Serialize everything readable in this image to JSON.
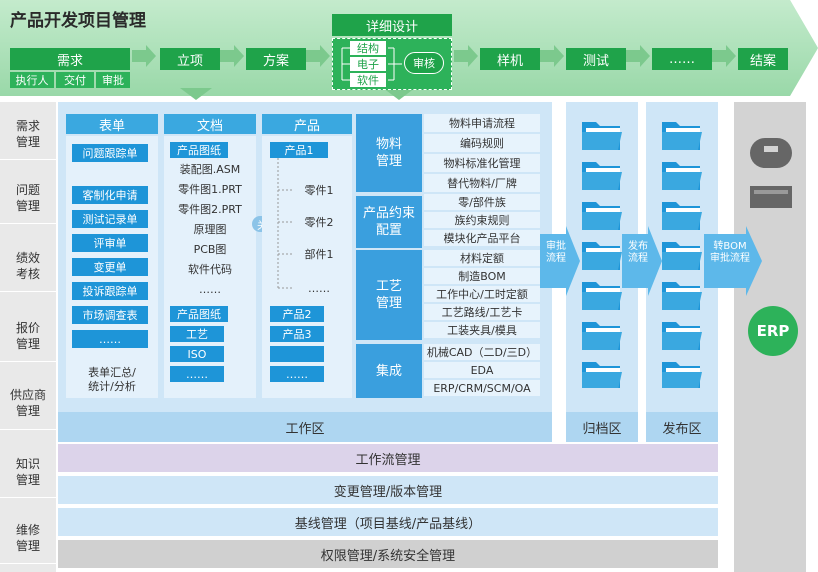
{
  "title": "产品开发项目管理",
  "top": {
    "phases": [
      "需求",
      "立项",
      "方案",
      "样机",
      "测试",
      "……",
      "结案"
    ],
    "req_sub": [
      "执行人",
      "交付",
      "审批"
    ],
    "detail": "详细设计",
    "detail_sub": [
      "结构",
      "电子",
      "软件"
    ],
    "review": "审核"
  },
  "left_categories": [
    "需求\n管理",
    "问题\n管理",
    "绩效\n考核",
    "报价\n管理",
    "供应商\n管理",
    "知识\n管理",
    "维修\n管理"
  ],
  "forms": {
    "header": "表单",
    "items": [
      "问题跟踪单",
      "客制化申请",
      "测试记录单",
      "评审单",
      "变更单",
      "投诉跟踪单",
      "市场调查表",
      "……"
    ],
    "footer": "表单汇总/\n统计/分析"
  },
  "docs": {
    "header": "文档",
    "group1": "产品图纸",
    "files": [
      "装配图.ASM",
      "零件图1.PRT",
      "零件图2.PRT",
      "原理图",
      "PCB图",
      "软件代码",
      "……"
    ],
    "group2": "产品图纸",
    "btns": [
      "工艺",
      "ISO",
      "……"
    ]
  },
  "link_label": "关联",
  "products": {
    "header": "产品",
    "p1": "产品1",
    "parts": [
      "零件1",
      "零件2",
      "部件1",
      "……"
    ],
    "others": [
      "产品2",
      "产品3",
      "",
      "……"
    ]
  },
  "categories": [
    {
      "name": "物料\n管理",
      "items": [
        "物料申请流程",
        "编码规则",
        "物料标准化管理",
        "替代物料/厂牌"
      ]
    },
    {
      "name": "产品约束\n配置",
      "items": [
        "零/部件族",
        "族约束规则",
        "模块化产品平台"
      ]
    },
    {
      "name": "工艺\n管理",
      "items": [
        "材料定额",
        "制造BOM",
        "工作中心/工时定额",
        "工艺路线/工艺卡",
        "工装夹具/模具"
      ]
    },
    {
      "name": "集成",
      "items": [
        "机械CAD（二D/三D）",
        "EDA",
        "ERP/CRM/SCM/OA"
      ]
    }
  ],
  "arrows": [
    "审批\n流程",
    "发布\n流程",
    "转BOM\n审批流程"
  ],
  "zones": {
    "work": "工作区",
    "archive": "归档区",
    "release": "发布区"
  },
  "erp": "ERP",
  "bands": [
    "工作流管理",
    "变更管理/版本管理",
    "基线管理（项目基线/产品基线）",
    "权限管理/系统安全管理"
  ],
  "colors": {
    "green": "#1fa34a",
    "blue": "#1e95d8",
    "panel": "#cfe6f7",
    "purple": "#dcd3ea",
    "gray": "#d0d0d0"
  }
}
